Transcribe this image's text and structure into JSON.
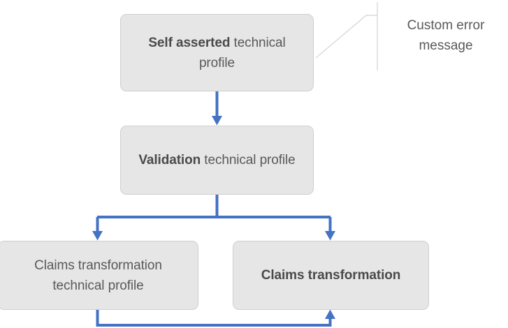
{
  "diagram": {
    "type": "flowchart",
    "title_hidden": true,
    "colors": {
      "connector_blue": "#4472C4",
      "node_fill": "#E7E6E6",
      "node_border": "#D0CECE",
      "text": "#595959",
      "callout_line": "#D9D9D9"
    },
    "nodes": [
      {
        "id": "self-asserted",
        "bold_text": "Self asserted",
        "rest_text": " technical profile",
        "full_text": "Self asserted technical profile"
      },
      {
        "id": "validation",
        "bold_text": "Validation",
        "rest_text": " technical profile",
        "full_text": "Validation technical profile"
      },
      {
        "id": "claims-transformation-technical-profile",
        "bold_text": "",
        "rest_text": "Claims transformation technical profile",
        "full_text": "Claims transformation technical profile"
      },
      {
        "id": "claims-transformation",
        "bold_text": "Claims transformation",
        "rest_text": "",
        "full_text": "Claims transformation"
      }
    ],
    "callout": {
      "text": "Custom error message",
      "line_1": "Custom error",
      "line_2": "message"
    },
    "connectors": [
      {
        "id": "self-asserted-to-validation",
        "from": "self-asserted",
        "to": "validation",
        "style": "arrow-down"
      },
      {
        "id": "validation-to-claims-technical-profile",
        "from": "validation",
        "to": "claims-transformation-technical-profile",
        "style": "elbow-arrow-down"
      },
      {
        "id": "validation-to-claims-transformation",
        "from": "validation",
        "to": "claims-transformation",
        "style": "elbow-arrow-down"
      },
      {
        "id": "claims-technical-profile-to-claims-transformation",
        "from": "claims-transformation-technical-profile",
        "to": "claims-transformation",
        "style": "elbow-arrow-up"
      }
    ]
  }
}
